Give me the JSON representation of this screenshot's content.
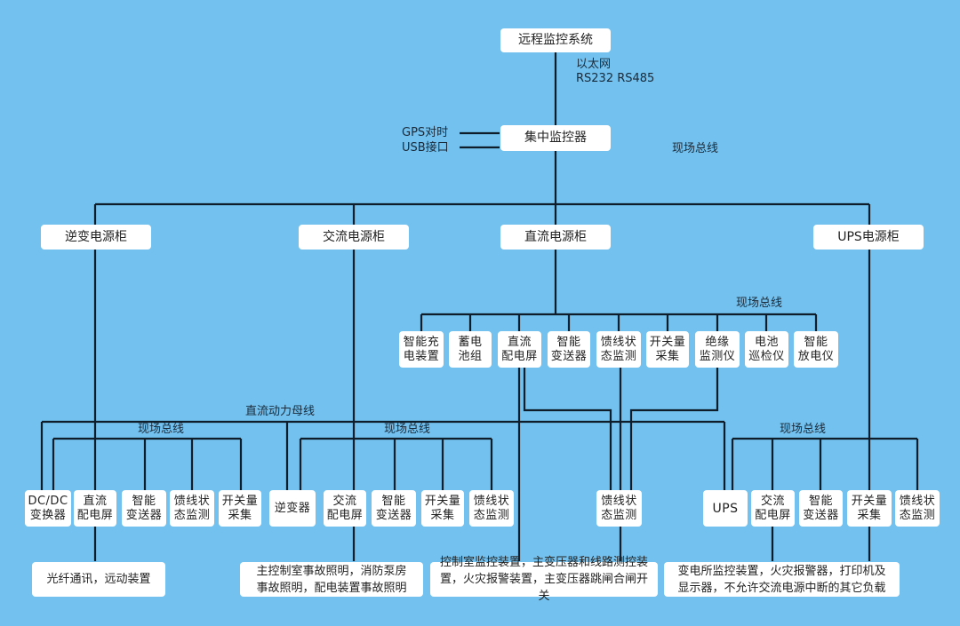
{
  "colors": {
    "background": "#72C1EE",
    "box": "#FFFFFF",
    "line": "#0F1C2A",
    "text": "#222222"
  },
  "top": {
    "remote_system": "远程监控系统",
    "link_protocols": "以太网\nRS232 RS485",
    "central_monitor": "集中监控器",
    "gps_label": "GPS对时",
    "usb_label": "USB接口",
    "fieldbus_label": "现场总线"
  },
  "cabinets": [
    {
      "label": "逆变电源柜"
    },
    {
      "label": "交流电源柜"
    },
    {
      "label": "直流电源柜"
    },
    {
      "label": "UPS电源柜"
    }
  ],
  "dc_cabinet": {
    "fieldbus_label": "现场总线",
    "modules": [
      {
        "label": "智能充\n电装置"
      },
      {
        "label": "蓄电\n池组"
      },
      {
        "label": "直流\n配电屏"
      },
      {
        "label": "智能\n变送器"
      },
      {
        "label": "馈线状\n态监测"
      },
      {
        "label": "开关量\n采集"
      },
      {
        "label": "绝缘\n监测仪"
      },
      {
        "label": "电池\n巡检仪"
      },
      {
        "label": "智能\n放电仪"
      }
    ]
  },
  "dc_power_bus_label": "直流动力母线",
  "inverter_group": {
    "fieldbus_label": "现场总线",
    "modules": [
      {
        "label": "DC/DC\n变换器"
      },
      {
        "label": "直流\n配电屏"
      },
      {
        "label": "智能\n变送器"
      },
      {
        "label": "馈线状\n态监测"
      },
      {
        "label": "开关量\n采集"
      }
    ]
  },
  "ac_group": {
    "fieldbus_label": "现场总线",
    "modules": [
      {
        "label": "逆变器"
      },
      {
        "label": "交流\n配电屏"
      },
      {
        "label": "智能\n变送器"
      },
      {
        "label": "开关量\n采集"
      },
      {
        "label": "馈线状\n态监测"
      }
    ]
  },
  "central_feeder": {
    "label": "馈线状\n态监测"
  },
  "ups_group": {
    "fieldbus_label": "现场总线",
    "modules": [
      {
        "label": "UPS"
      },
      {
        "label": "交流\n配电屏"
      },
      {
        "label": "智能\n变送器"
      },
      {
        "label": "开关量\n采集"
      },
      {
        "label": "馈线状\n态监测"
      }
    ]
  },
  "loads": [
    {
      "label": "光纤通讯，远动装置"
    },
    {
      "label": "主控制室事故照明，消防泵房\n事故照明，配电装置事故照明"
    },
    {
      "label": "控制室监控装置，主变压器和线路测控装\n置，火灾报警装置，主变压器跳闸合闸开关"
    },
    {
      "label": "变电所监控装置，火灾报警器，打印机及\n显示器，不允许交流电源中断的其它负载"
    }
  ]
}
